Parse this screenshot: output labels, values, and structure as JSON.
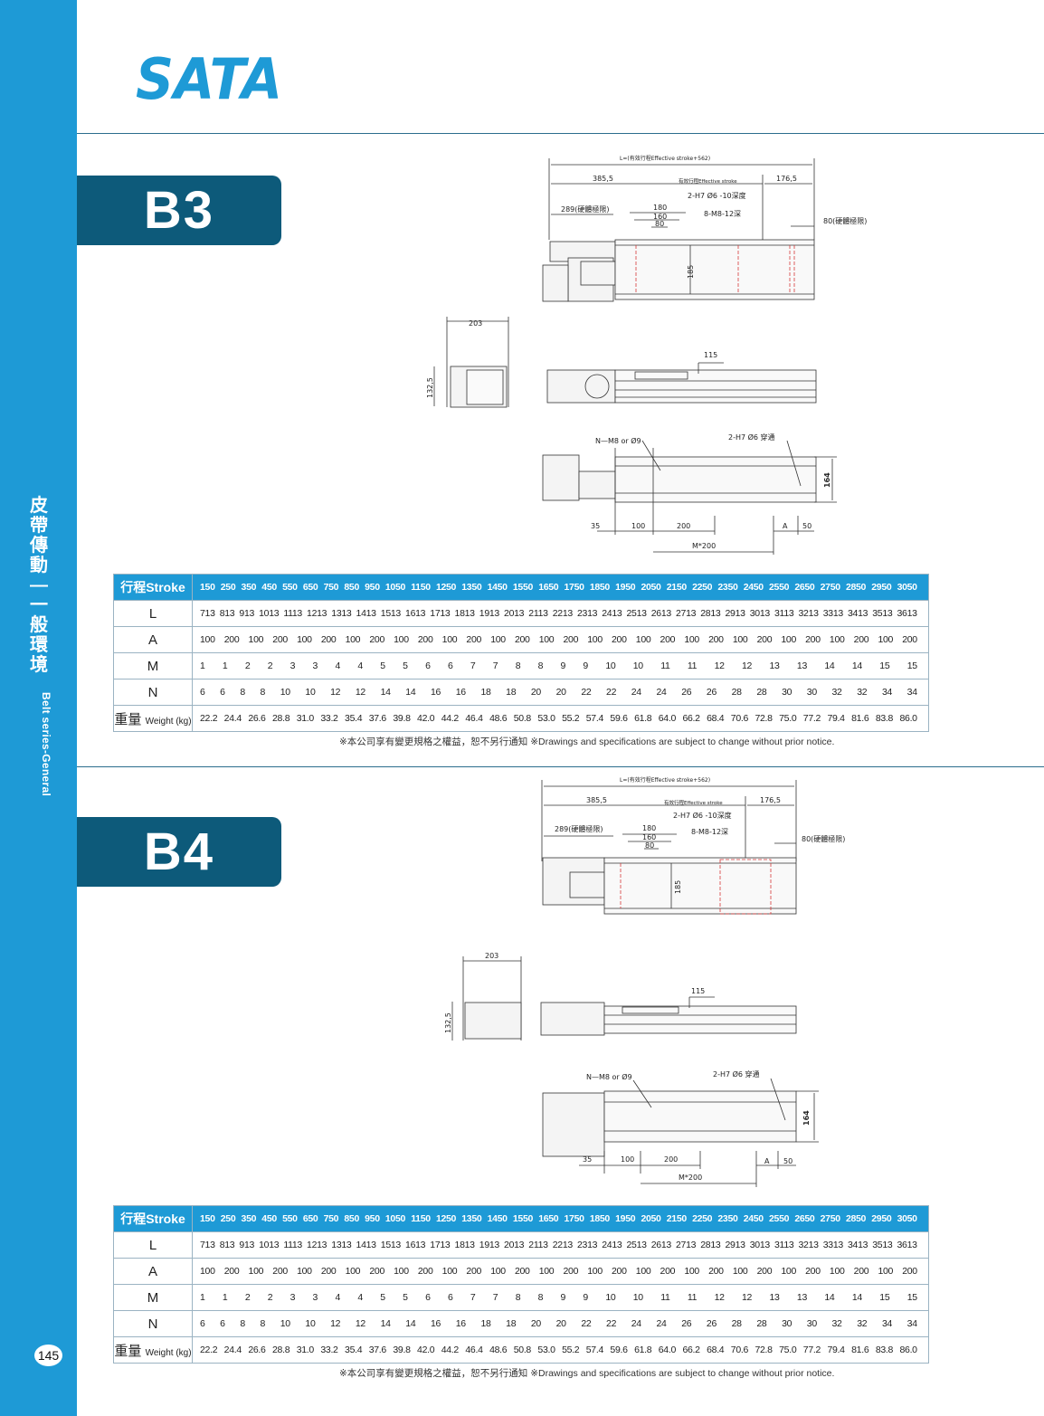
{
  "brand": {
    "logo_text": "SATA",
    "color": "#1e9ad6",
    "tab_color": "#0d5a7a"
  },
  "sidebar": {
    "category_cn": [
      "皮",
      "帶",
      "傳",
      "動",
      "—",
      "一",
      "般",
      "環",
      "境"
    ],
    "category_en": "Belt series-General"
  },
  "page_number": "145",
  "sections": [
    {
      "model": "B3",
      "dims": {
        "total_label": "L=(有效行程Effective stroke+562)",
        "d_385": "385,5",
        "effective": "有效行程Effective stroke",
        "d_176": "176,5",
        "hole1": "2-H7 Ø6 -10深度",
        "hard_limit_left": "289(硬體極限)",
        "d_180": "180",
        "d_160": "160",
        "d_80": "80",
        "tap": "8-M8-12深",
        "hard_limit_right": "80(硬體極限)",
        "d_185": "185",
        "d_203": "203",
        "d_132": "132,5",
        "d_115": "115",
        "nm8": "N—M8 or Ø9",
        "hole2": "2-H7 Ø6 穿通",
        "d_164": "164",
        "d_35": "35",
        "d_100": "100",
        "d_200": "200",
        "d_A": "A",
        "d_50": "50",
        "d_M200": "M*200"
      },
      "table": {
        "rows": [
          {
            "label": "行程Stroke",
            "values": [
              "150",
              "250",
              "350",
              "450",
              "550",
              "650",
              "750",
              "850",
              "950",
              "1050",
              "1150",
              "1250",
              "1350",
              "1450",
              "1550",
              "1650",
              "1750",
              "1850",
              "1950",
              "2050",
              "2150",
              "2250",
              "2350",
              "2450",
              "2550",
              "2650",
              "2750",
              "2850",
              "2950",
              "3050"
            ]
          },
          {
            "label": "L",
            "values": [
              "713",
              "813",
              "913",
              "1013",
              "1113",
              "1213",
              "1313",
              "1413",
              "1513",
              "1613",
              "1713",
              "1813",
              "1913",
              "2013",
              "2113",
              "2213",
              "2313",
              "2413",
              "2513",
              "2613",
              "2713",
              "2813",
              "2913",
              "3013",
              "3113",
              "3213",
              "3313",
              "3413",
              "3513",
              "3613"
            ]
          },
          {
            "label": "A",
            "values": [
              "100",
              "200",
              "100",
              "200",
              "100",
              "200",
              "100",
              "200",
              "100",
              "200",
              "100",
              "200",
              "100",
              "200",
              "100",
              "200",
              "100",
              "200",
              "100",
              "200",
              "100",
              "200",
              "100",
              "200",
              "100",
              "200",
              "100",
              "200",
              "100",
              "200"
            ]
          },
          {
            "label": "M",
            "values": [
              "1",
              "1",
              "2",
              "2",
              "3",
              "3",
              "4",
              "4",
              "5",
              "5",
              "6",
              "6",
              "7",
              "7",
              "8",
              "8",
              "9",
              "9",
              "10",
              "10",
              "11",
              "11",
              "12",
              "12",
              "13",
              "13",
              "14",
              "14",
              "15",
              "15"
            ]
          },
          {
            "label": "N",
            "values": [
              "6",
              "6",
              "8",
              "8",
              "10",
              "10",
              "12",
              "12",
              "14",
              "14",
              "16",
              "16",
              "18",
              "18",
              "20",
              "20",
              "22",
              "22",
              "24",
              "24",
              "26",
              "26",
              "28",
              "28",
              "30",
              "30",
              "32",
              "32",
              "34",
              "34"
            ]
          },
          {
            "label": "重量",
            "label_small": "Weight (kg)",
            "values": [
              "22.2",
              "24.4",
              "26.6",
              "28.8",
              "31.0",
              "33.2",
              "35.4",
              "37.6",
              "39.8",
              "42.0",
              "44.2",
              "46.4",
              "48.6",
              "50.8",
              "53.0",
              "55.2",
              "57.4",
              "59.6",
              "61.8",
              "64.0",
              "66.2",
              "68.4",
              "70.6",
              "72.8",
              "75.0",
              "77.2",
              "79.4",
              "81.6",
              "83.8",
              "86.0"
            ]
          }
        ]
      },
      "note": "※本公司享有變更規格之權益，恕不另行通知 ※Drawings and specifications are subject to change without prior notice."
    },
    {
      "model": "B4",
      "dims": {
        "total_label": "L=(有效行程Effective stroke+562)",
        "d_385": "385,5",
        "effective": "有效行程Effective stroke",
        "d_176": "176,5",
        "hole1": "2-H7 Ø6 -10深度",
        "hard_limit_left": "289(硬體極限)",
        "d_180": "180",
        "d_160": "160",
        "d_80": "80",
        "tap": "8-M8-12深",
        "hard_limit_right": "80(硬體極限)",
        "d_185": "185",
        "d_203": "203",
        "d_132": "132,5",
        "d_115": "115",
        "nm8": "N—M8 or Ø9",
        "hole2": "2-H7 Ø6 穿通",
        "d_164": "164",
        "d_35": "35",
        "d_100": "100",
        "d_200": "200",
        "d_A": "A",
        "d_50": "50",
        "d_M200": "M*200"
      },
      "table": {
        "rows": [
          {
            "label": "行程Stroke",
            "values": [
              "150",
              "250",
              "350",
              "450",
              "550",
              "650",
              "750",
              "850",
              "950",
              "1050",
              "1150",
              "1250",
              "1350",
              "1450",
              "1550",
              "1650",
              "1750",
              "1850",
              "1950",
              "2050",
              "2150",
              "2250",
              "2350",
              "2450",
              "2550",
              "2650",
              "2750",
              "2850",
              "2950",
              "3050"
            ]
          },
          {
            "label": "L",
            "values": [
              "713",
              "813",
              "913",
              "1013",
              "1113",
              "1213",
              "1313",
              "1413",
              "1513",
              "1613",
              "1713",
              "1813",
              "1913",
              "2013",
              "2113",
              "2213",
              "2313",
              "2413",
              "2513",
              "2613",
              "2713",
              "2813",
              "2913",
              "3013",
              "3113",
              "3213",
              "3313",
              "3413",
              "3513",
              "3613"
            ]
          },
          {
            "label": "A",
            "values": [
              "100",
              "200",
              "100",
              "200",
              "100",
              "200",
              "100",
              "200",
              "100",
              "200",
              "100",
              "200",
              "100",
              "200",
              "100",
              "200",
              "100",
              "200",
              "100",
              "200",
              "100",
              "200",
              "100",
              "200",
              "100",
              "200",
              "100",
              "200",
              "100",
              "200"
            ]
          },
          {
            "label": "M",
            "values": [
              "1",
              "1",
              "2",
              "2",
              "3",
              "3",
              "4",
              "4",
              "5",
              "5",
              "6",
              "6",
              "7",
              "7",
              "8",
              "8",
              "9",
              "9",
              "10",
              "10",
              "11",
              "11",
              "12",
              "12",
              "13",
              "13",
              "14",
              "14",
              "15",
              "15"
            ]
          },
          {
            "label": "N",
            "values": [
              "6",
              "6",
              "8",
              "8",
              "10",
              "10",
              "12",
              "12",
              "14",
              "14",
              "16",
              "16",
              "18",
              "18",
              "20",
              "20",
              "22",
              "22",
              "24",
              "24",
              "26",
              "26",
              "28",
              "28",
              "30",
              "30",
              "32",
              "32",
              "34",
              "34"
            ]
          },
          {
            "label": "重量",
            "label_small": "Weight (kg)",
            "values": [
              "22.2",
              "24.4",
              "26.6",
              "28.8",
              "31.0",
              "33.2",
              "35.4",
              "37.6",
              "39.8",
              "42.0",
              "44.2",
              "46.4",
              "48.6",
              "50.8",
              "53.0",
              "55.2",
              "57.4",
              "59.6",
              "61.8",
              "64.0",
              "66.2",
              "68.4",
              "70.6",
              "72.8",
              "75.0",
              "77.2",
              "79.4",
              "81.6",
              "83.8",
              "86.0"
            ]
          }
        ]
      },
      "note": "※本公司享有變更規格之權益，恕不另行通知 ※Drawings and specifications are subject to change without prior notice."
    }
  ]
}
